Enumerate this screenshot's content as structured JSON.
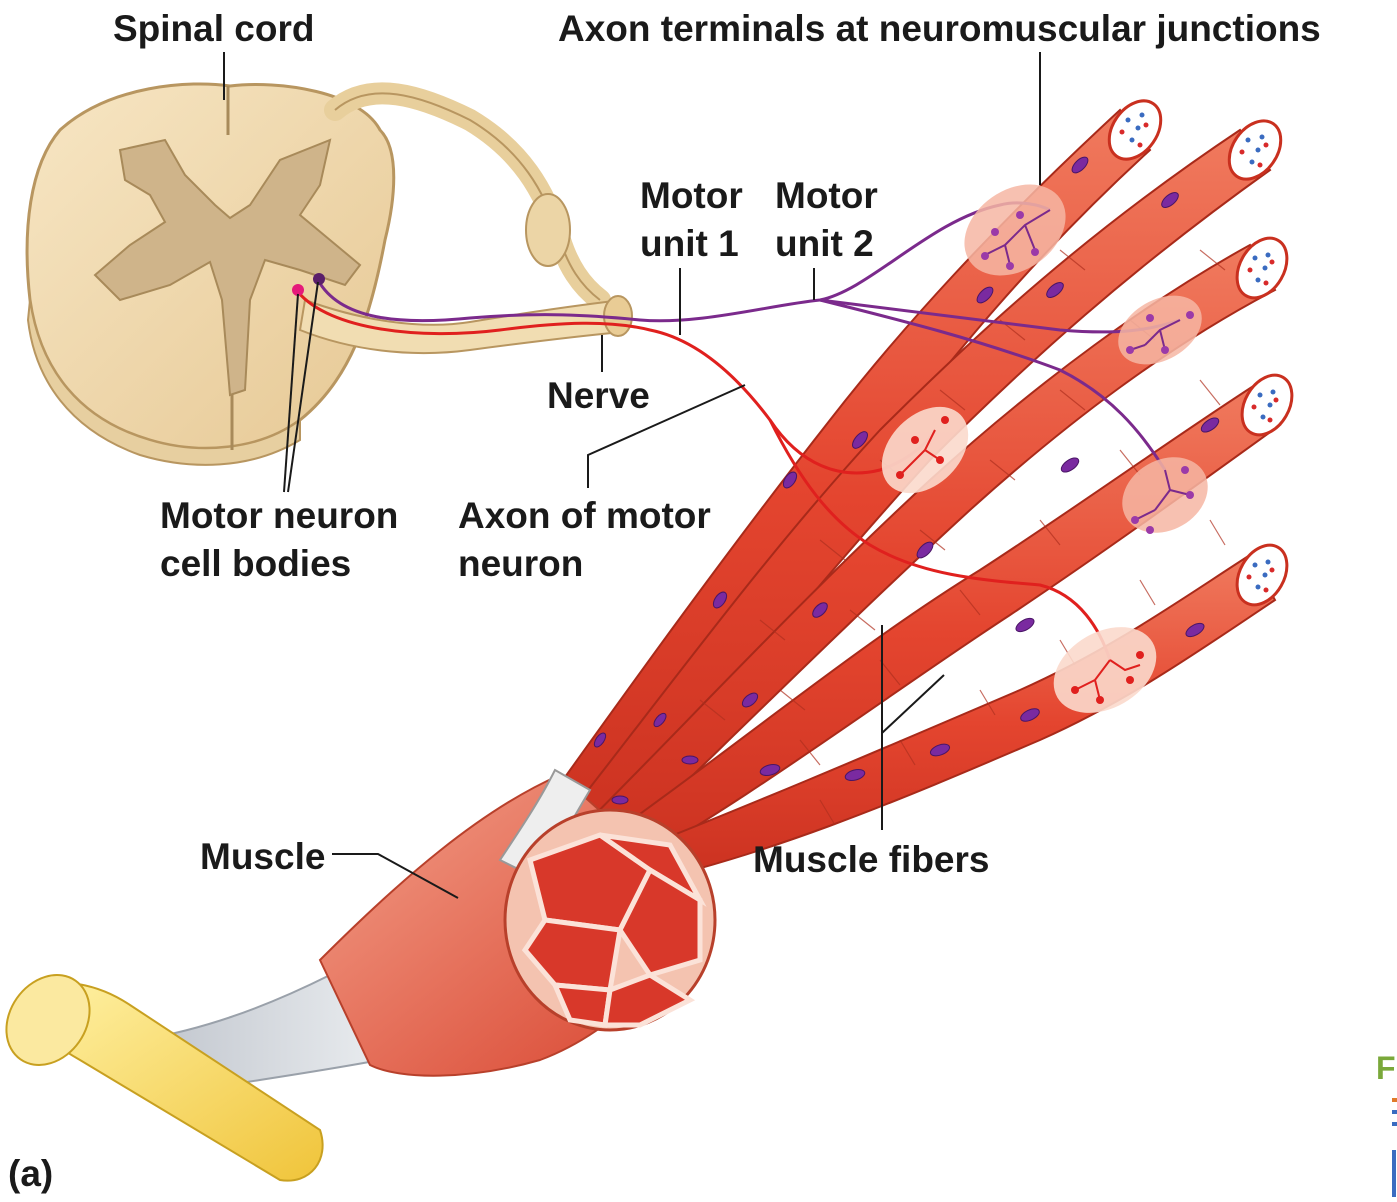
{
  "labels": {
    "spinal_cord": "Spinal cord",
    "axon_terminals": "Axon terminals at neuromuscular junctions",
    "motor_unit_1_line1": "Motor",
    "motor_unit_1_line2": "unit 1",
    "motor_unit_2_line1": "Motor",
    "motor_unit_2_line2": "unit 2",
    "nerve": "Nerve",
    "motor_neuron_cell_bodies_line1": "Motor neuron",
    "motor_neuron_cell_bodies_line2": "cell bodies",
    "axon_of_motor_neuron_line1": "Axon of motor",
    "axon_of_motor_neuron_line2": "neuron",
    "muscle": "Muscle",
    "muscle_fibers": "Muscle fibers",
    "panel": "(a)",
    "edge_letter": "F"
  },
  "colors": {
    "spinal_cord_white_matter": "#f2dcb0",
    "spinal_cord_gray_matter": "#cfb48a",
    "muscle_fiber": "#e8513d",
    "fiber_nucleus": "#7a2aa0",
    "motor_unit_1_axon": "#e0201e",
    "motor_unit_2_axon": "#7b2a8c",
    "tendon_bone": "#f5d24a"
  }
}
